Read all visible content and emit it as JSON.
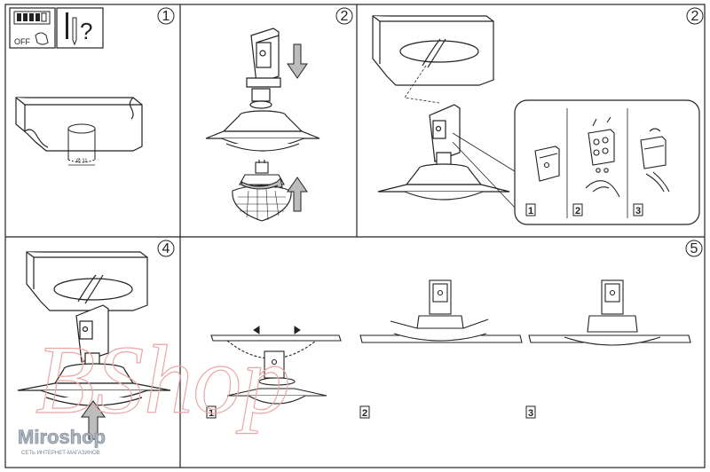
{
  "steps": {
    "panel1": "1",
    "panel2": "2",
    "panel3": "2",
    "panel4": "4",
    "panel5": "5"
  },
  "warning": {
    "off_label": "OFF",
    "question_mark": "?"
  },
  "hole": {
    "diameter_label": "Ø 11"
  },
  "substeps_panel3": [
    "1",
    "2",
    "3"
  ],
  "substeps_panel5": [
    "1",
    "2",
    "3"
  ],
  "watermark": {
    "brand_script": "BShop",
    "logo_text": "Miroshop",
    "logo_tagline": "СЕТЬ ИНТЕРНЕТ-МАГАЗИНОВ"
  },
  "colors": {
    "line": "#222222",
    "arrow_fill": "#bdbdbd",
    "watermark": "#e9a7a7"
  }
}
